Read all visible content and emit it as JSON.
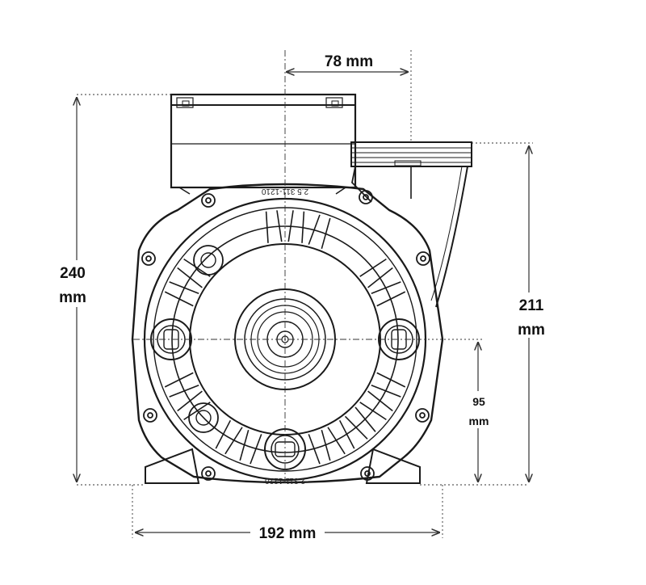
{
  "dimensions": {
    "top_width": "78 mm",
    "total_height_value": "240",
    "total_height_unit": "mm",
    "inlet_height_value": "211",
    "inlet_height_unit": "mm",
    "shaft_height_value": "95",
    "shaft_height_unit": "mm",
    "total_width": "192 mm"
  },
  "casting_marks": {
    "top": "2.5 311-1210",
    "bottom": "2 311-1220"
  },
  "colors": {
    "line": "#1a1a1a",
    "dim": "#333333",
    "background": "#ffffff"
  }
}
